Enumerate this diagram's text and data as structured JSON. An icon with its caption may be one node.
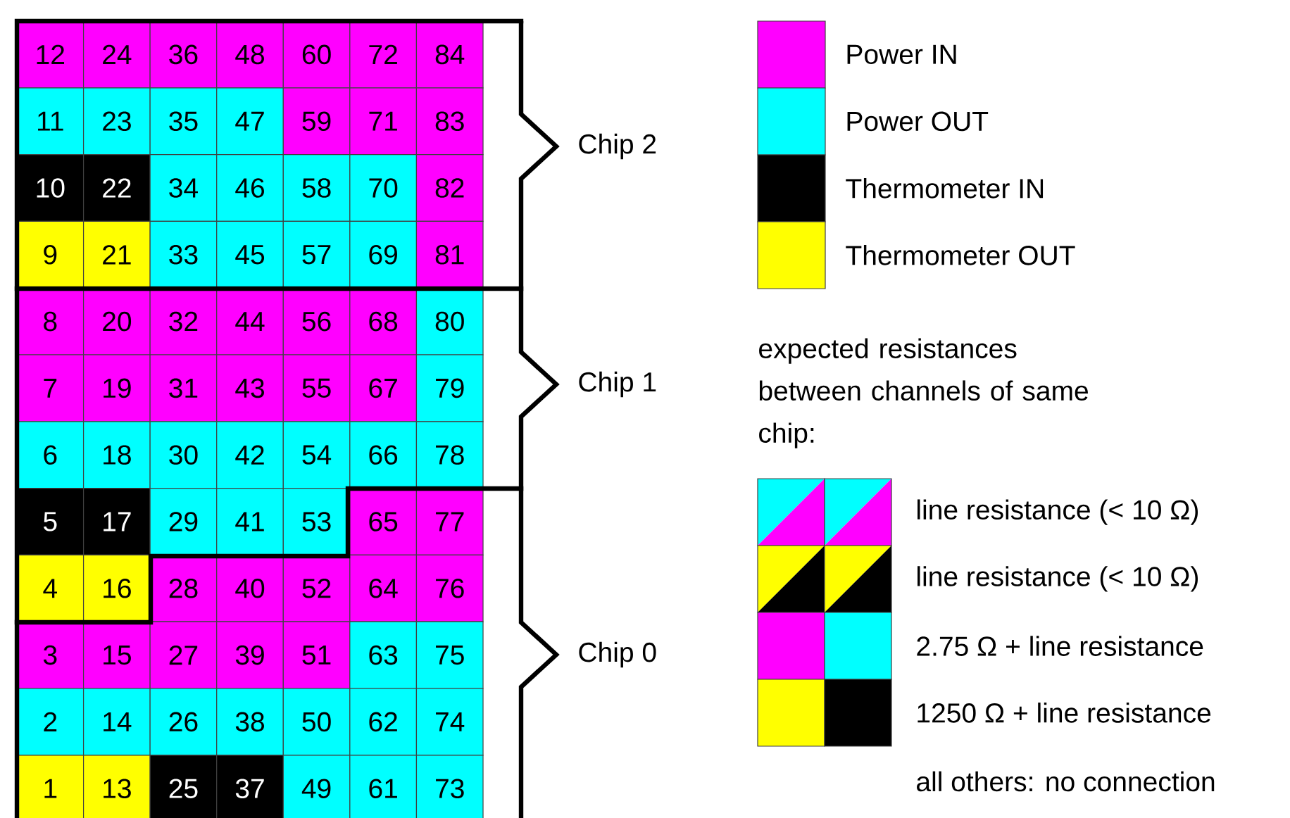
{
  "diagram": {
    "labels": [
      "12",
      "24",
      "36",
      "48",
      "60",
      "72",
      "84",
      "11",
      "23",
      "35",
      "47",
      "59",
      "71",
      "83",
      "10",
      "22",
      "34",
      "46",
      "58",
      "70",
      "82",
      "9",
      "21",
      "33",
      "45",
      "57",
      "69",
      "81",
      "8",
      "20",
      "32",
      "44",
      "56",
      "68",
      "80",
      "7",
      "19",
      "31",
      "43",
      "55",
      "67",
      "79",
      "6",
      "18",
      "30",
      "42",
      "54",
      "66",
      "78",
      "5",
      "17",
      "29",
      "41",
      "53",
      "65",
      "77",
      "4",
      "16",
      "28",
      "40",
      "52",
      "64",
      "76",
      "3",
      "15",
      "27",
      "39",
      "51",
      "63",
      "75",
      "2",
      "14",
      "26",
      "38",
      "50",
      "62",
      "74",
      "1",
      "13",
      "25",
      "37",
      "49",
      "61",
      "73",
      "Chip 2",
      "Chip 1",
      "Chip 0",
      "expected resistances between channels of same chip:",
      "all others:  no connection"
    ],
    "legend": [
      {
        "text": "Power IN",
        "color": "#ff00ff"
      },
      {
        "text": "Power OUT",
        "color": "#00ffff"
      },
      {
        "text": "Thermometer IN",
        "color": "#000000"
      },
      {
        "text": "Thermometer OUT",
        "color": "#ffff00"
      },
      {
        "text": "line resistance (< 10 Ω)"
      },
      {
        "text": "line resistance (< 10 Ω)"
      },
      {
        "text": "2.75 Ω + line resistance"
      },
      {
        "text": "1250 Ω + line resistance"
      }
    ]
  }
}
